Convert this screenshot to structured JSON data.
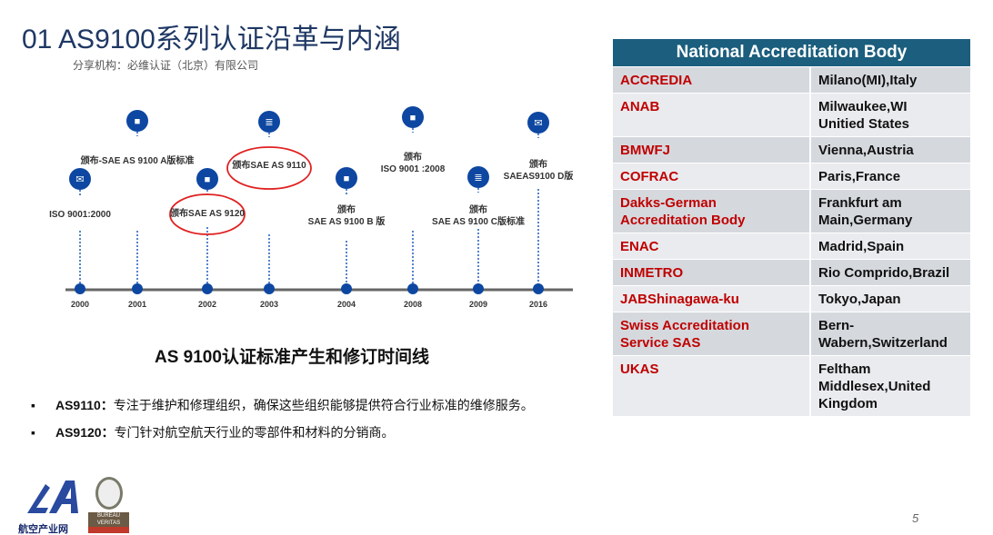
{
  "title": "01  AS9100系列认证沿革与内涵",
  "subtitle": "分享机构：必维认证（北京）有限公司",
  "timeline": {
    "events": [
      {
        "year": "2000",
        "label": "ISO 9001:2000",
        "icon": "mail-icon"
      },
      {
        "year": "2001",
        "label": "颁布-SAE AS 9100 A版标准",
        "icon": "user-icon"
      },
      {
        "year": "2002",
        "label": "颁布SAE AS 9120",
        "icon": "briefcase-icon",
        "highlighted": true
      },
      {
        "year": "2003",
        "label": "颁布SAE AS 9110",
        "icon": "document-icon",
        "highlighted": true
      },
      {
        "year": "2004",
        "label": "颁布\nSAE AS 9100 B 版",
        "icon": "handshake-icon"
      },
      {
        "year": "2008",
        "label": "颁布\nISO 9001 :2008",
        "icon": "globe-icon"
      },
      {
        "year": "2009",
        "label": "颁布\nSAE AS 9100 C版标准",
        "icon": "document-icon"
      },
      {
        "year": "2016",
        "label": "颁布\nSAEAS9100 D版",
        "icon": "mail-icon"
      }
    ],
    "caption": "AS 9100认证标准产生和修订时间线"
  },
  "bullets": [
    {
      "term": "AS9110：",
      "text": "专注于维护和修理组织，确保这些组织能够提供符合行业标准的维修服务。"
    },
    {
      "term": "AS9120：",
      "text": "专门针对航空航天行业的零部件和材料的分销商。"
    }
  ],
  "table": {
    "header": "National Accreditation Body",
    "rows": [
      {
        "name": "ACCREDIA",
        "location": "Milano(MI),Italy"
      },
      {
        "name": "ANAB",
        "location": "Milwaukee,WI\nUnitied States"
      },
      {
        "name": "BMWFJ",
        "location": "Vienna,Austria"
      },
      {
        "name": "COFRAC",
        "location": "Paris,France"
      },
      {
        "name": "Dakks-German\nAccreditation Body",
        "location": "Frankfurt am\nMain,Germany"
      },
      {
        "name": "ENAC",
        "location": "Madrid,Spain"
      },
      {
        "name": "INMETRO",
        "location": "Rio Comprido,Brazil"
      },
      {
        "name": "JABShinagawa-ku",
        "location": "Tokyo,Japan"
      },
      {
        "name": "Swiss Accreditation\nService SAS",
        "location": "Bern-\nWabern,Switzerland"
      },
      {
        "name": "UKAS",
        "location": "Feltham\nMiddlesex,United\nKingdom"
      }
    ]
  },
  "logos": {
    "left": "航空产业网",
    "right": "BUREAU VERITAS"
  },
  "page_number": "5",
  "colors": {
    "title": "#1f3864",
    "timeline": "#0d47a1",
    "header": "#1b5e7d",
    "accent_red": "#c00000"
  }
}
